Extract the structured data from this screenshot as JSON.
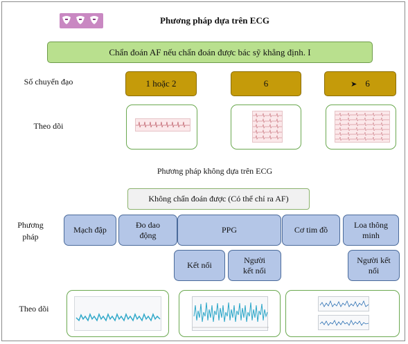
{
  "ecg_section": {
    "title": "Phương pháp dựa trên ECG",
    "diagnosis": "Chẩn đoán AF nếu chẩn đoán được bác sỹ khẳng định. I",
    "leads_label": "Số chuyển đạo",
    "leads": [
      "1 hoặc 2",
      "6",
      "6"
    ],
    "leads_prefix_symbol": "➤",
    "monitor_label": "Theo dõi"
  },
  "non_ecg_section": {
    "title": "Phương pháp không dựa trên ECG",
    "diagnosis": "Không chẩn đoán được (Có thể chỉ ra AF)",
    "method_label": "Phương pháp",
    "methods": [
      "Mạch đập",
      "Đo dao động",
      "PPG",
      "Cơ tim đồ",
      "Loa thông minh"
    ],
    "sub_methods": [
      "Kết nối",
      "Người kết nối",
      "Người kết nối"
    ],
    "monitor_label": "Theo dõi"
  },
  "colors": {
    "green": "#b9e08e",
    "gold": "#c59b0a",
    "blue": "#b4c6e7",
    "card_border": "#6aa84f",
    "ppg_wave": "#2aa6c8"
  }
}
